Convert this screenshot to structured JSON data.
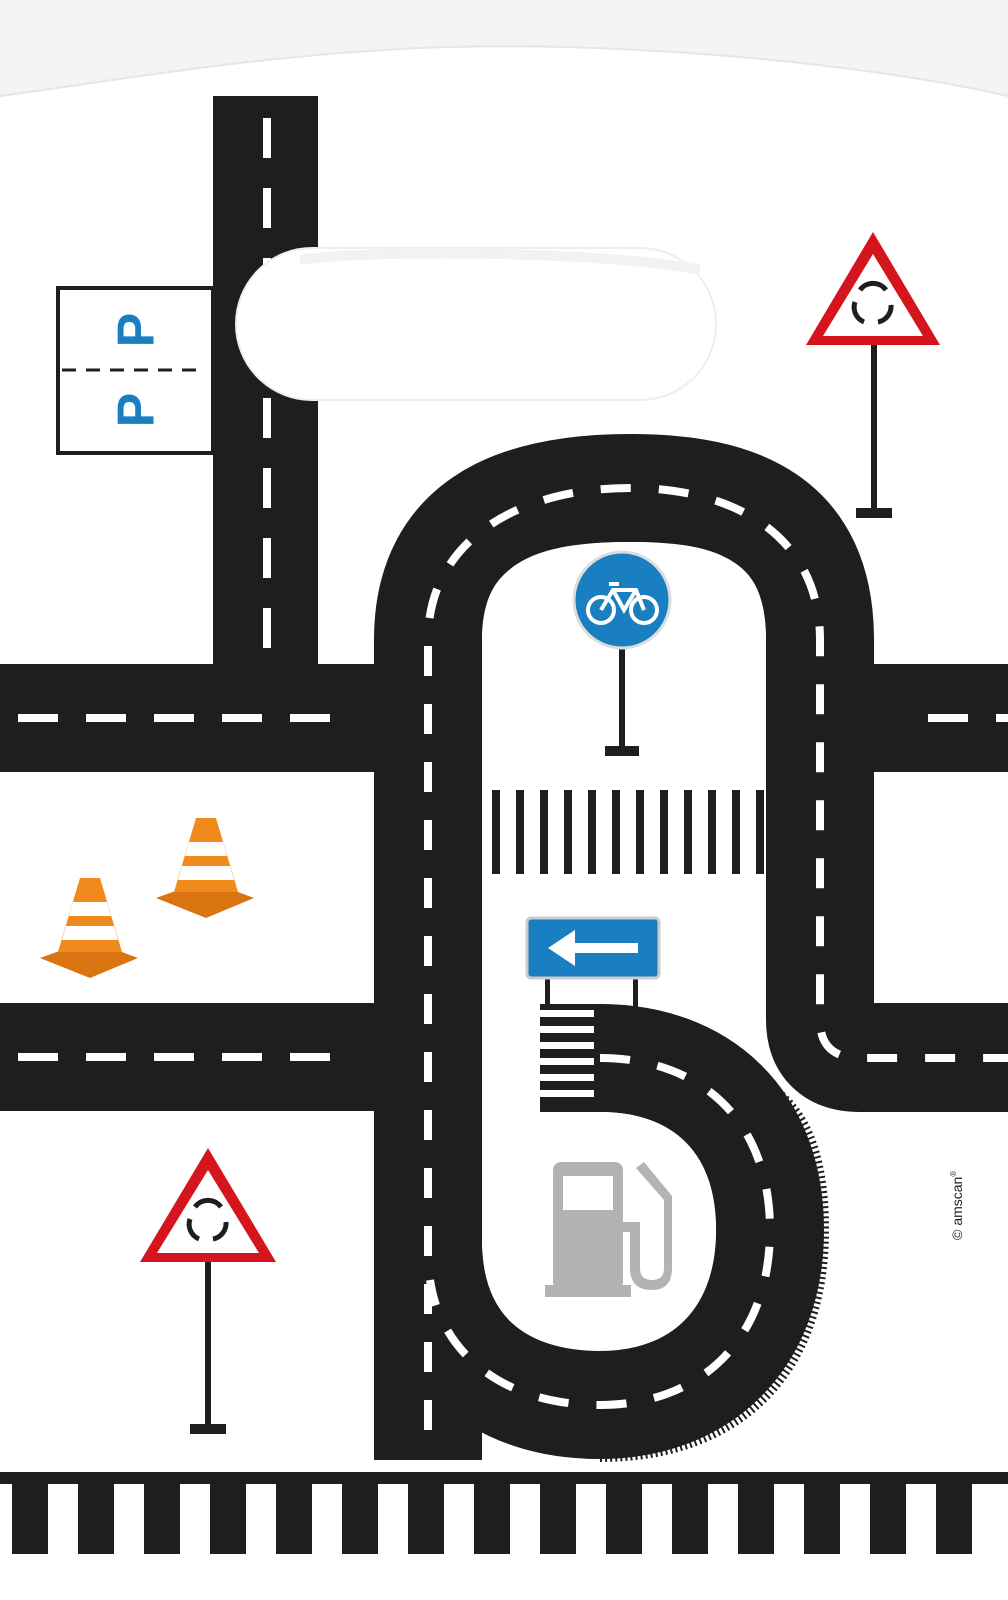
{
  "parking_sign": {
    "letter_top": "P",
    "letter_bottom": "P"
  },
  "brand": {
    "copyright_mark": "©",
    "name": "amscan",
    "registered_mark": "®"
  },
  "icons": [
    "parking-sign",
    "roundabout-warning-sign",
    "bicycle-path-sign",
    "left-arrow-direction-sign",
    "traffic-cone",
    "fuel-pump-icon",
    "zebra-crossing"
  ],
  "colors": {
    "road": "#1e1e1e",
    "marking": "#ffffff",
    "sign_blue": "#1a7fc1",
    "sign_red": "#d4151d",
    "cone_orange": "#f08a1c",
    "fuel_gray": "#b3b3b3"
  }
}
